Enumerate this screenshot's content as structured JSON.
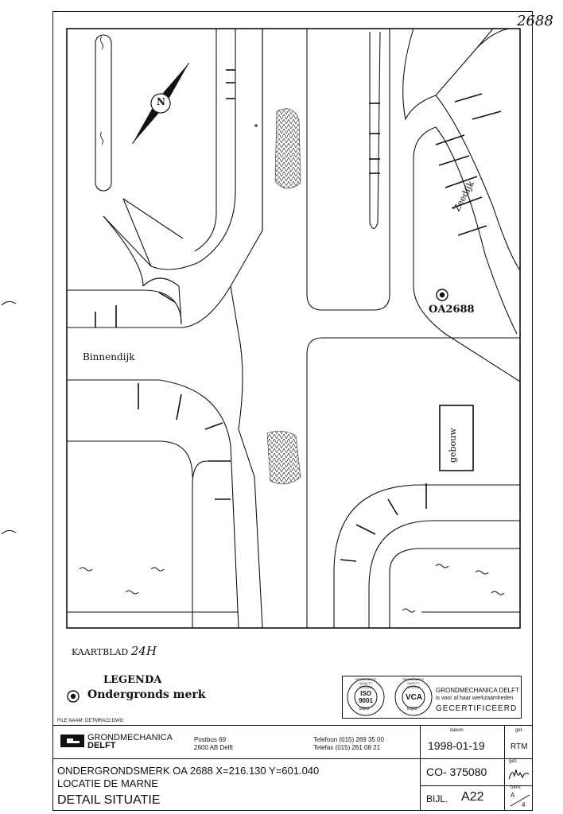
{
  "sheet_number": "2688",
  "map": {
    "north_label": "N",
    "street_left": "Binnendijk",
    "street_right": "Zeedijk",
    "marker_label": "OA2688",
    "building_label": "gebouw"
  },
  "kaartblad": {
    "label": "KAARTBLAD",
    "value": "24H"
  },
  "legend": {
    "title": "LEGENDA",
    "items": [
      {
        "icon": "benchmark-icon",
        "label": "Ondergronds merk"
      }
    ]
  },
  "certification": {
    "iso_text": "ISO 9001",
    "iso_ring": "REGISTERED QUALITY SYSTEM",
    "vca_text": "VCA",
    "vca_ring": "REGISTERED SAFETY SYSTEM",
    "eqci": "EQCI",
    "line1": "GRONDMECHANICA DELFT",
    "line2": "is voor al haar werkzaamheden",
    "line3": "GECERTIFICEERD"
  },
  "file_name": {
    "label": "FILE NAAM:",
    "value": "DETMRA22.DWG"
  },
  "company": {
    "name_line1": "GRONDMECHANICA",
    "name_line2": "DELFT",
    "postbus": "Postbus 69",
    "postcode": "2600 AB Delft",
    "telefoon": "Telefoon (015) 269 35 00",
    "telefax": "Telefax (015) 261 08 21"
  },
  "title_block": {
    "datum_label": "datum",
    "datum": "1998-01-19",
    "get_label": "get.",
    "get_value": "RTM",
    "description_line1": "ONDERGRONDSMERK OA 2688   X=216.130 Y=601.040",
    "description_line2": "LOCATIE DE MARNE",
    "title": "DETAIL SITUATIE",
    "project": "CO- 375080",
    "gez_label": "gez.",
    "bijl_label": "BIJL.",
    "bijl_value": "A22",
    "form_label": "form.",
    "form_top": "A",
    "form_bottom": "4"
  }
}
